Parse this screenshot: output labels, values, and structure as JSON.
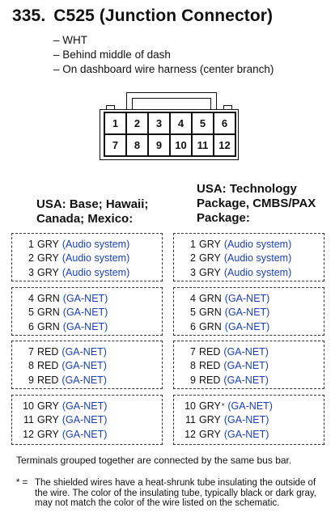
{
  "title": {
    "number": "335.",
    "text": "C525 (Junction Connector)"
  },
  "properties": [
    "– WHT",
    "– Behind middle of dash",
    "– On dashboard wire harness (center branch)"
  ],
  "connector": {
    "pins_top": [
      "1",
      "2",
      "3",
      "4",
      "5",
      "6"
    ],
    "pins_bottom": [
      "7",
      "8",
      "9",
      "10",
      "11",
      "12"
    ]
  },
  "left_column": {
    "heading": [
      "USA: Base; Hawaii;",
      "Canada; Mexico:"
    ],
    "groups": [
      [
        {
          "n": "1",
          "c": "GRY",
          "s": "(Audio system)"
        },
        {
          "n": "2",
          "c": "GRY",
          "s": "(Audio system)"
        },
        {
          "n": "3",
          "c": "GRY",
          "s": "(Audio system)"
        }
      ],
      [
        {
          "n": "4",
          "c": "GRN",
          "s": "(GA-NET)"
        },
        {
          "n": "5",
          "c": "GRN",
          "s": "(GA-NET)"
        },
        {
          "n": "6",
          "c": "GRN",
          "s": "(GA-NET)"
        }
      ],
      [
        {
          "n": "7",
          "c": "RED",
          "s": "(GA-NET)"
        },
        {
          "n": "8",
          "c": "RED",
          "s": "(GA-NET)"
        },
        {
          "n": "9",
          "c": "RED",
          "s": "(GA-NET)"
        }
      ],
      [
        {
          "n": "10",
          "c": "GRY",
          "s": "(GA-NET)"
        },
        {
          "n": "11",
          "c": "GRY",
          "s": "(GA-NET)"
        },
        {
          "n": "12",
          "c": "GRY",
          "s": "(GA-NET)"
        }
      ]
    ]
  },
  "right_column": {
    "heading": [
      "USA: Technology",
      "Package, CMBS/PAX",
      "Package:"
    ],
    "groups": [
      [
        {
          "n": "1",
          "c": "GRY",
          "s": "(Audio system)"
        },
        {
          "n": "2",
          "c": "GRY",
          "s": "(Audio system)"
        },
        {
          "n": "3",
          "c": "GRY",
          "s": "(Audio system)"
        }
      ],
      [
        {
          "n": "4",
          "c": "GRN",
          "s": "(GA-NET)"
        },
        {
          "n": "5",
          "c": "GRN",
          "s": "(GA-NET)"
        },
        {
          "n": "6",
          "c": "GRN",
          "s": "(GA-NET)"
        }
      ],
      [
        {
          "n": "7",
          "c": "RED",
          "s": "(GA-NET)"
        },
        {
          "n": "8",
          "c": "RED",
          "s": "(GA-NET)"
        },
        {
          "n": "9",
          "c": "RED",
          "s": "(GA-NET)"
        }
      ],
      [
        {
          "n": "10",
          "c": "GRY",
          "star": "*",
          "s": "(GA-NET)"
        },
        {
          "n": "11",
          "c": "GRY",
          "s": "(GA-NET)"
        },
        {
          "n": "12",
          "c": "GRY",
          "s": "(GA-NET)"
        }
      ]
    ]
  },
  "notes": {
    "bus_bar": "Terminals grouped together are connected by the same bus bar.",
    "star_symbol": "* =",
    "star_text": "The shielded wires have a heat-shrunk tube insulating the outside of the wire. The color of the insulating tube, typically black or dark gray, may not match the color of the wire listed on the schematic."
  },
  "colors": {
    "signal_text": "#1a3fb5",
    "text": "#111111"
  }
}
